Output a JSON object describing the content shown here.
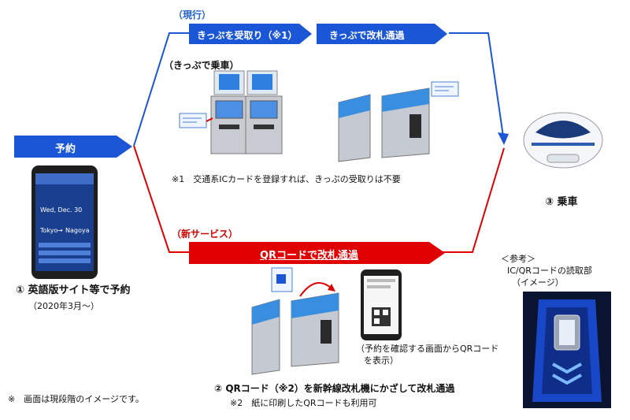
{
  "labels": {
    "current": "（現行）",
    "new_service": "（新サービス）",
    "ticket_ride": "（きっぷで乗車）",
    "reference": "＜参考＞",
    "reader_label_1": "IC/QRコードの読取部",
    "reader_label_2": "（イメージ）"
  },
  "arrows": {
    "reserve": "予約",
    "receive_ticket": "きっぷを受取り（※1）",
    "gate_ticket": "きっぷで改札通過",
    "qr_gate": "QRコードで改札通過"
  },
  "notes": {
    "note1": "※1　交通系ICカードを登録すれば、きっぷの受取りは不要",
    "step1": "① 英語版サイト等で予約",
    "step1_date": "（2020年3月～）",
    "step2": "② QRコード（※2）を新幹線改札機にかざして改札通過",
    "step2_note": "※2　紙に印刷したQRコードも利用可",
    "step3": "③ 乗車",
    "qr_screen_1": "（予約を確認する画面からQRコード",
    "qr_screen_2": "を表示）",
    "disclaimer": "※　画面は現段階のイメージです。"
  },
  "phone": {
    "date": "Wed, Dec. 30",
    "from": "Tokyo",
    "to": "Nagoya"
  },
  "colors": {
    "blue": "#1a56d6",
    "red": "#e00000",
    "gate_blue": "#3a8ee0"
  }
}
